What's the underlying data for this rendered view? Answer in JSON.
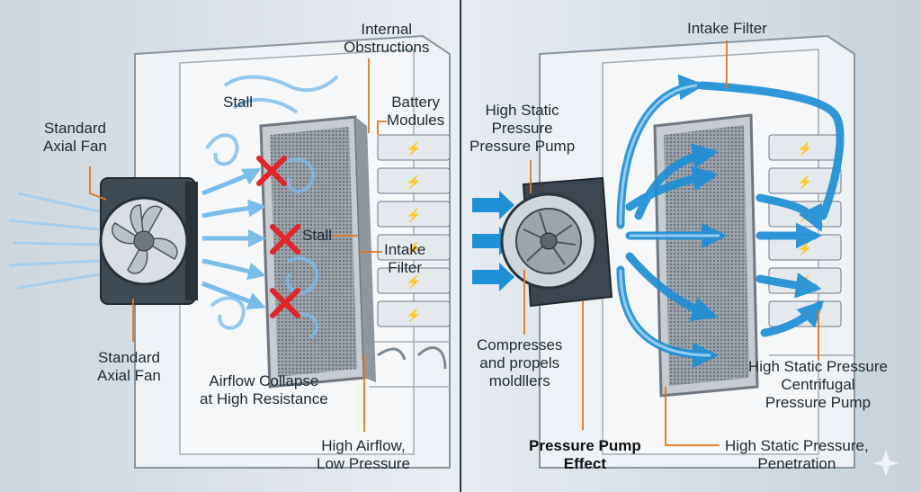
{
  "left_panel": {
    "fan_label_top": [
      "Standard",
      "Axial Fan"
    ],
    "stall_top": "Stall",
    "obstructions": [
      "Internal",
      "Obstructions"
    ],
    "battery": [
      "Battery",
      "Modules"
    ],
    "stall_mid": "Stall",
    "intake_filter": [
      "Intake",
      "Filter"
    ],
    "fan_label_bottom": [
      "Standard",
      "Axial Fan"
    ],
    "collapse": [
      "Airflow Collapse",
      "at High Resistance"
    ],
    "high_airflow": [
      "High Airflow,",
      "Low Pressure"
    ]
  },
  "right_panel": {
    "intake_filter": "Intake Filter",
    "pump_label": [
      "High Static",
      "Pressure",
      "Pressure Pump"
    ],
    "compresses": [
      "Compresses",
      "and propels",
      "moldllers"
    ],
    "centrifugal": [
      "High Static Pressure",
      "Centrifugal",
      "Pressure Pump"
    ],
    "effect": [
      "Pressure Pump",
      "Effect"
    ],
    "penetration": [
      "High Static Pressure,",
      "Penetration"
    ]
  },
  "colors": {
    "airflow": "#5aa9e6",
    "strong_airflow": "#1f8fd6",
    "stall_mark": "#e0262b",
    "callout_line": "#e0781f"
  }
}
